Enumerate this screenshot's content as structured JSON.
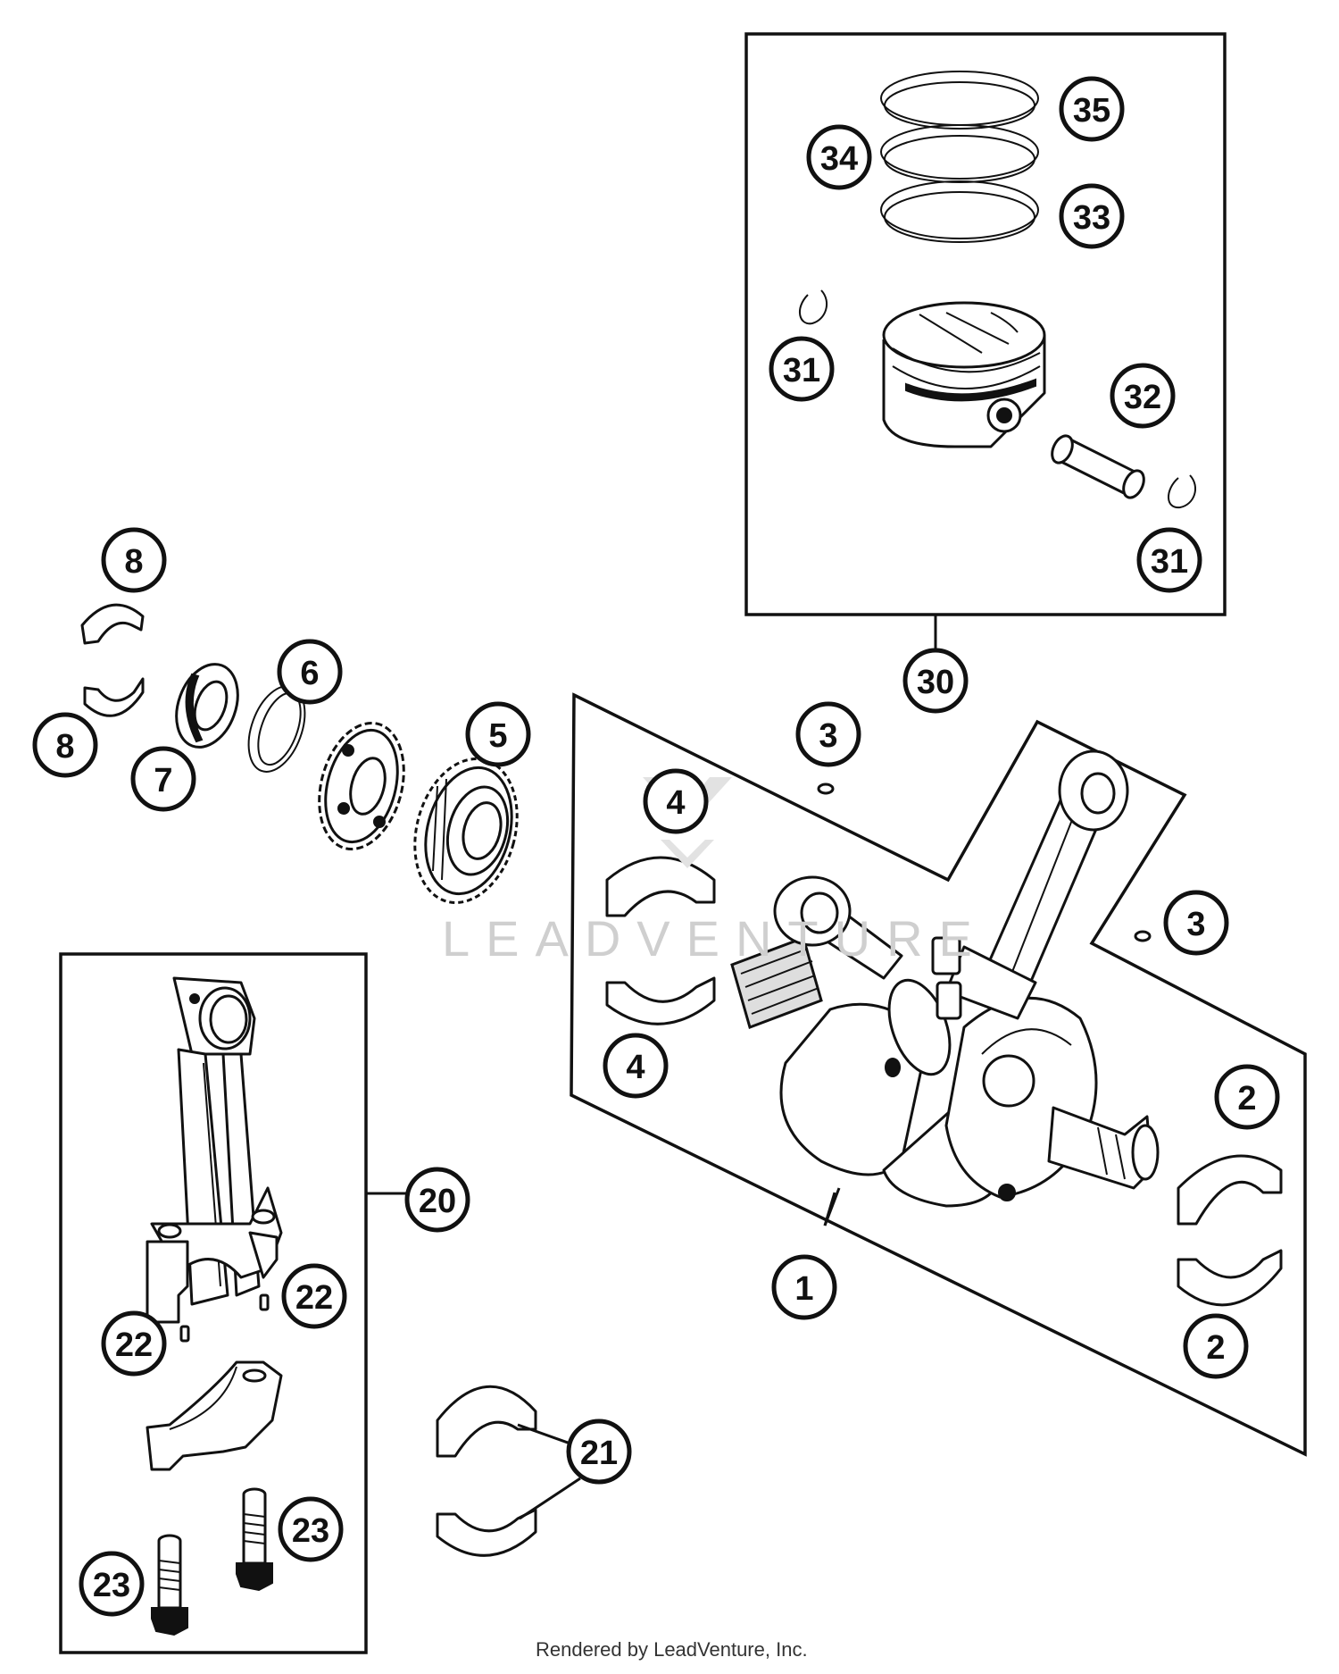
{
  "watermark": "LEADVENTURE",
  "footer_credit": "Rendered by LeadVenture, Inc.",
  "callouts": {
    "c1": "1",
    "c2a": "2",
    "c2b": "2",
    "c3a": "3",
    "c3b": "3",
    "c4a": "4",
    "c4b": "4",
    "c5": "5",
    "c6": "6",
    "c7": "7",
    "c8a": "8",
    "c8b": "8",
    "c20": "20",
    "c21": "21",
    "c22a": "22",
    "c22b": "22",
    "c23a": "23",
    "c23b": "23",
    "c30": "30",
    "c31a": "31",
    "c31b": "31",
    "c32": "32",
    "c33": "33",
    "c34": "34",
    "c35": "35"
  },
  "icons": {
    "piston_kit": "piston-icon",
    "crankshaft": "crankshaft-icon",
    "connecting_rod_kit": "connecting-rod-icon",
    "gear": "gear-icon"
  }
}
